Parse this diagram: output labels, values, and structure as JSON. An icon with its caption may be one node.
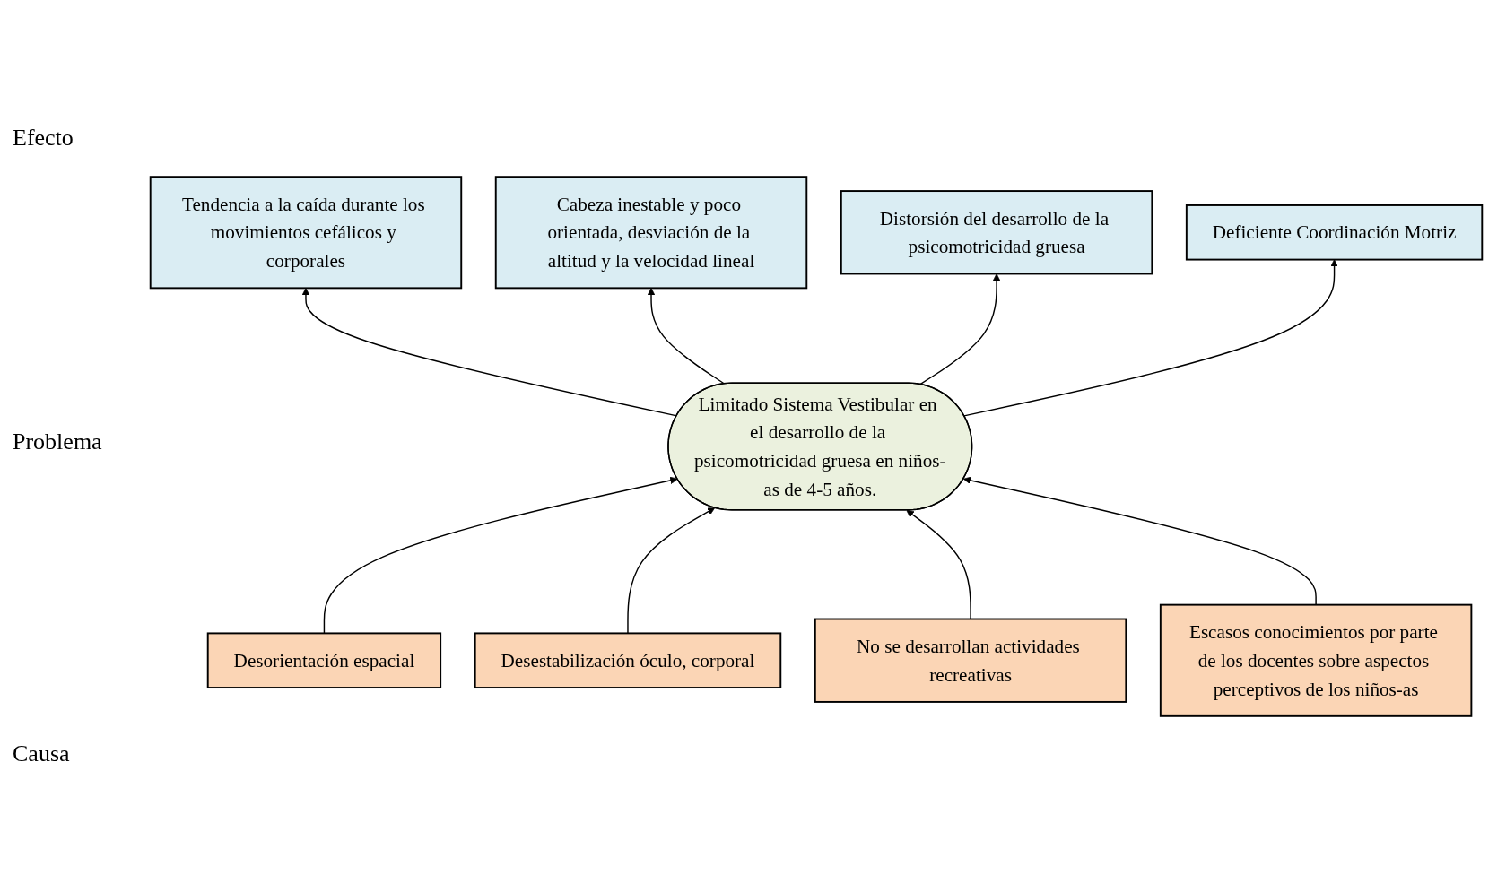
{
  "diagram": {
    "nodes": [
      {
        "text": [
          "Tendencia a la caída durante los movimientos cefálicos y corporales"
        ]
      },
      {
        "text": [
          "Cabeza inestable y poco orientada, desviación de la altitud y la velocidad lineal"
        ]
      },
      {
        "text": [
          "Distorsión del desarrollo de la psicomotricidad gruesa"
        ]
      },
      {
        "text": [
          "Deficiente Coordinación Motriz"
        ]
      },
      {
        "text": [
          "Limitado Sistema Vestibular en el desarrollo de la psicomotricidad gruesa en niños-as de 4-5 años."
        ]
      },
      {
        "text": [
          "Desorientación espacial"
        ]
      },
      {
        "text": [
          "Desestabilización óculo, corporal"
        ]
      },
      {
        "text": [
          "No se desarrollan actividades recreativas"
        ]
      },
      {
        "text": [
          "Escasos conocimientos por parte de los docentes sobre aspectos perceptivos de los niños-as"
        ]
      }
    ],
    "edges": [
      {
        "from": 4,
        "to": 0,
        "arrow": "to"
      },
      {
        "from": 4,
        "to": 1,
        "arrow": "to"
      },
      {
        "from": 4,
        "to": 2,
        "arrow": "to"
      },
      {
        "from": 4,
        "to": 3,
        "arrow": "to"
      },
      {
        "from": 5,
        "to": 4,
        "arrow": "to"
      },
      {
        "from": 6,
        "to": 4,
        "arrow": "to"
      },
      {
        "from": 7,
        "to": 4,
        "arrow": "to"
      },
      {
        "from": 8,
        "to": 4,
        "arrow": "to"
      }
    ],
    "labels": [
      "Efecto",
      "Problema",
      "Causa"
    ]
  }
}
